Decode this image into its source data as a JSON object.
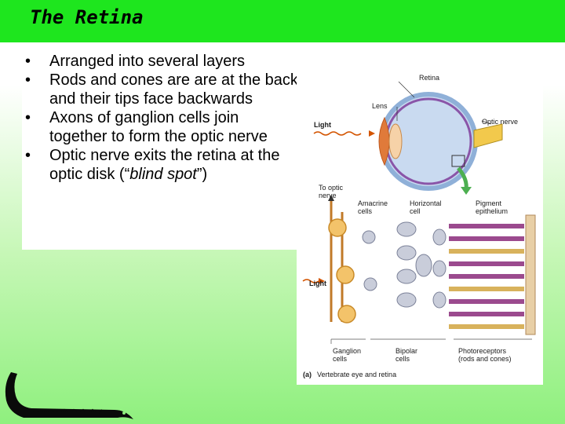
{
  "slide": {
    "title": "The Retina",
    "bullets": [
      {
        "text": "Arranged into several layers"
      },
      {
        "text": "Rods and cones are are at the back and their tips face backwards"
      },
      {
        "text": "Axons of ganglion cells join together to form the optic nerve"
      },
      {
        "text_before": "Optic nerve exits the retina at the optic disk (“",
        "text_italic": "blind spot",
        "text_after": "”)"
      }
    ]
  },
  "figure": {
    "labels": {
      "retina": "Retina",
      "lens": "Lens",
      "light_top": "Light",
      "optic_nerve": "Optic nerve",
      "to_optic": "To optic",
      "nerve": "nerve",
      "amacrine": "Amacrine",
      "amacrine_cells": "cells",
      "horizontal": "Horizontal",
      "horizontal_cell": "cell",
      "pigment": "Pigment",
      "epithelium": "epithelium",
      "light_bottom": "Light",
      "ganglion": "Ganglion",
      "ganglion_cells": "cells",
      "bipolar": "Bipolar",
      "bipolar_cells": "cells",
      "photoreceptors": "Photoreceptors",
      "rods_cones": "(rods and cones)",
      "caption_letter": "(a)",
      "caption": "Vertebrate eye and retina"
    }
  },
  "colors": {
    "title_bar": "#1ee61e",
    "eye_blue": "#8fb0d8",
    "eye_purple": "#8a55a8",
    "ganglion_orange": "#f3c36a",
    "bipolar_gray": "#c9cdda",
    "rod_purple": "#9b4a8e",
    "cone_gold": "#d8b25c"
  },
  "icons": {
    "mascot": "alligator-icon"
  }
}
